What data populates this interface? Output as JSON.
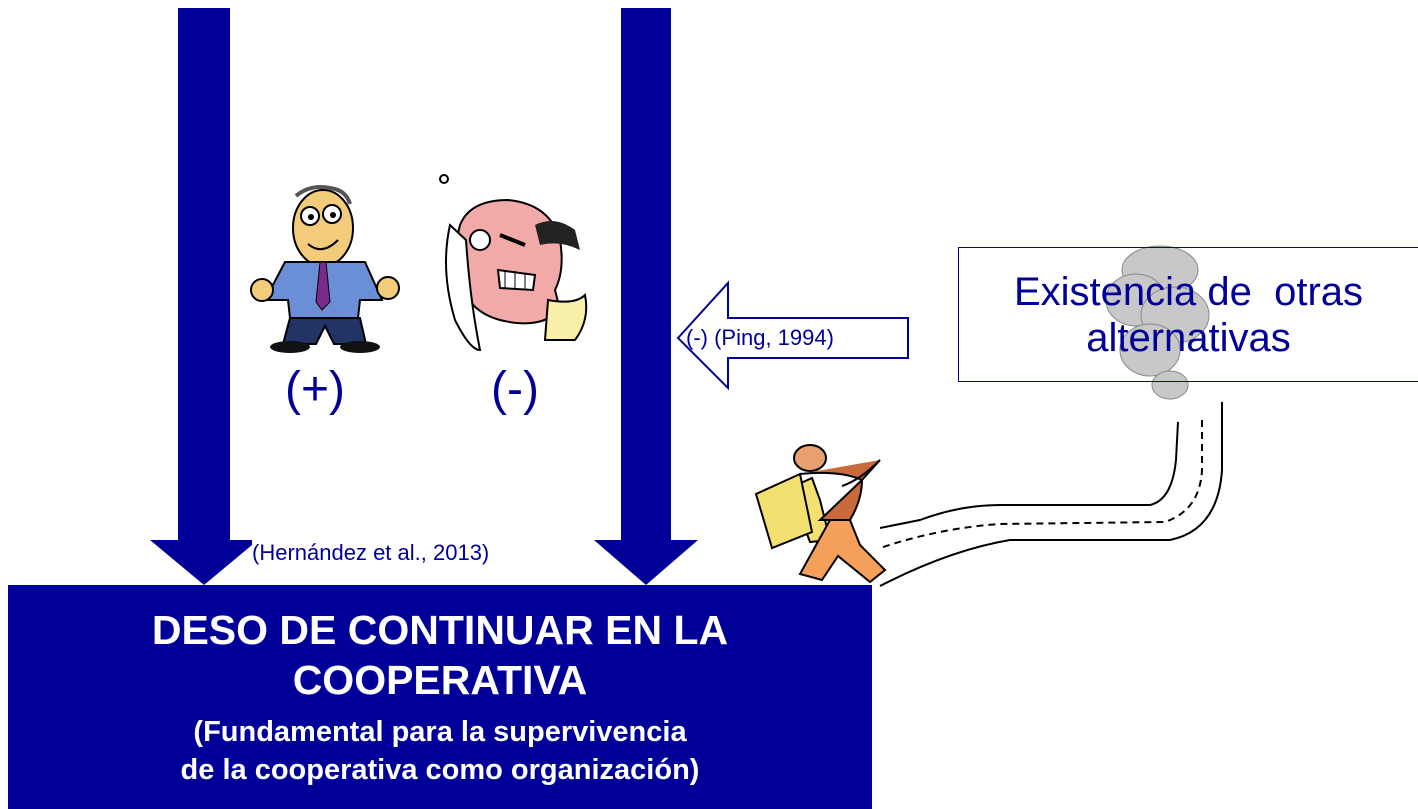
{
  "main_box": {
    "title_line1": "DESO DE CONTINUAR EN LA",
    "title_line2": "COOPERATIVA",
    "subtitle_line1": "(Fundamental para la supervivencia",
    "subtitle_line2": "de la cooperativa como organización)"
  },
  "signs": {
    "positive": "(+)",
    "negative": "(-)"
  },
  "citations": {
    "hernandez": "(Hernández et al., 2013)",
    "ping": "(-) (Ping, 1994)"
  },
  "alternatives_box": {
    "line1": "Existencia de  otras",
    "line2": "alternativas"
  },
  "icons": [
    "happy-man-icon",
    "angry-man-icon",
    "cloud-icon",
    "running-man-icon"
  ],
  "colors": {
    "primary": "#000099",
    "background": "#ffffff",
    "text_on_primary": "#ffffff"
  }
}
